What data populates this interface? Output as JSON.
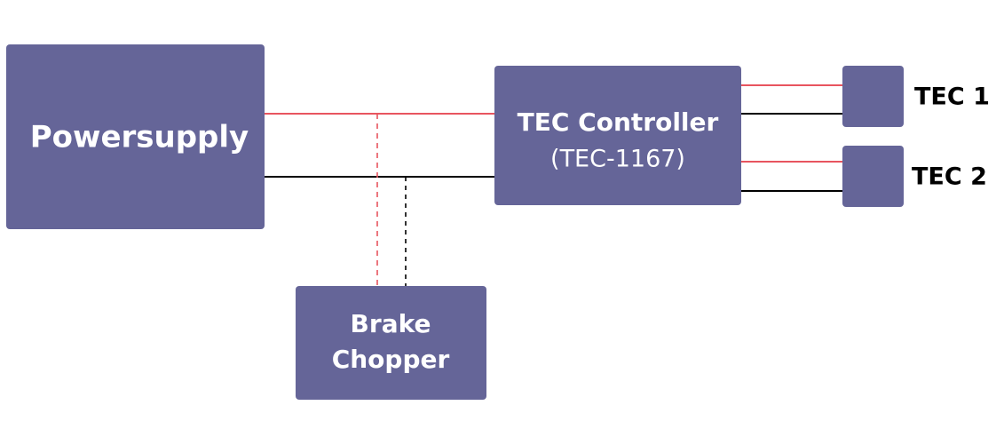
{
  "colors": {
    "block_fill": "#656598",
    "positive_wire": "#e8555f",
    "negative_wire": "#000000",
    "block_text": "#ffffff",
    "label_text": "#000000"
  },
  "blocks": {
    "powersupply": {
      "title": "Powersupply"
    },
    "tec_controller": {
      "title": "TEC Controller",
      "subtitle": "(TEC-1167)"
    },
    "brake_chopper": {
      "line1": "Brake",
      "line2": "Chopper"
    },
    "tec1": {
      "label": "TEC 1"
    },
    "tec2": {
      "label": "TEC 2"
    }
  }
}
